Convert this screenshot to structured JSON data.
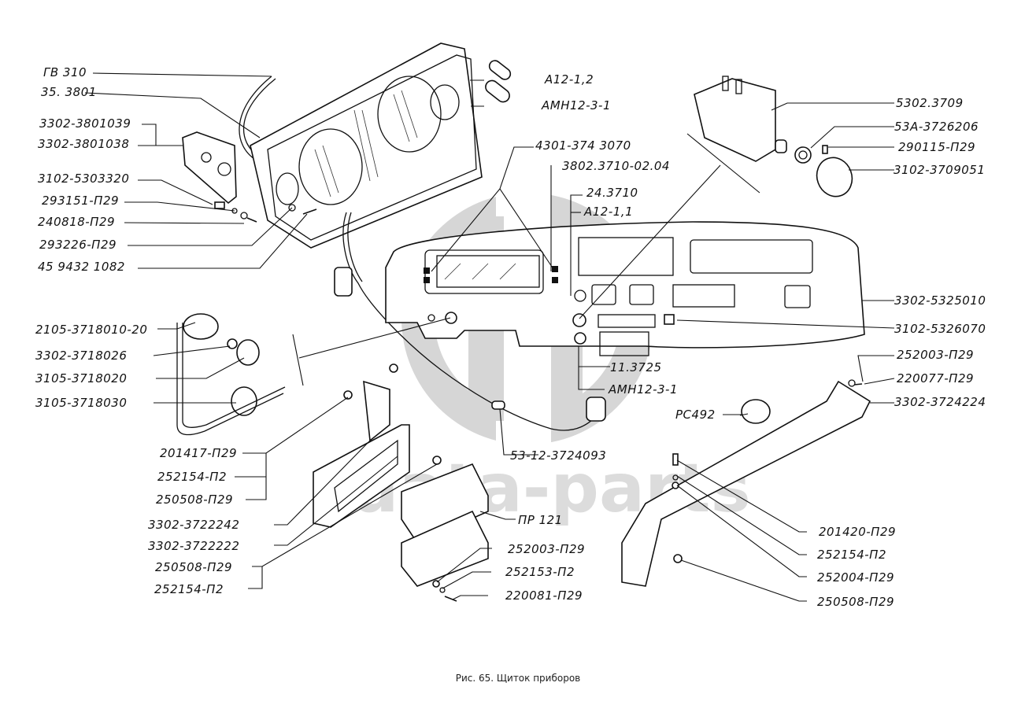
{
  "figure": {
    "caption": "Рис. 65. Щиток приборов",
    "watermark": "data-parts"
  },
  "labels": {
    "gv310": "ГВ 310",
    "l35_3801": "35. 3801",
    "l3302_3801039": "3302-3801039",
    "l3302_3801038": "3302-3801038",
    "l3102_5303320": "3102-5303320",
    "l293151": "293151-П29",
    "l240818": "240818-П29",
    "l293226": "293226-П29",
    "l459432": "45 9432 1082",
    "a12_12": "А12-1,2",
    "amn12_top": "АМН12-3-1",
    "l4301": "4301-374 3070",
    "l3802": "3802.3710-02.04",
    "l24_3710": "24.3710",
    "a12_11": "А12-1,1",
    "l5302_3709": "5302.3709",
    "l53a": "53А-3726206",
    "l290115": "290115-П29",
    "l3102_3709051": "3102-3709051",
    "l3302_5325010": "3302-5325010",
    "l3102_5326070": "3102-5326070",
    "l252003_r": "252003-П29",
    "l220077": "220077-П29",
    "l3302_3724224": "3302-3724224",
    "l2105": "2105-3718010-20",
    "l3302_3718026": "3302-3718026",
    "l3105_3718020": "3105-3718020",
    "l3105_3718030": "3105-3718030",
    "l11_3725": "11.3725",
    "amn12_mid": "АМН12-3-1",
    "pc492": "РС492",
    "l53_12": "53-12-3724093",
    "l201417": "201417-П29",
    "l252154_a": "252154-П2",
    "l250508_a": "250508-П29",
    "l3302_3722242": "3302-3722242",
    "l3302_3722222": "3302-3722222",
    "l250508_b": "250508-П29",
    "l252154_b": "252154-П2",
    "pr121": "ПР 121",
    "l252003_b": "252003-П29",
    "l252153": "252153-П2",
    "l220081": "220081-П29",
    "l201420": "201420-П29",
    "l252154_c": "252154-П2",
    "l252004": "252004-П29",
    "l250508_c": "250508-П29"
  }
}
